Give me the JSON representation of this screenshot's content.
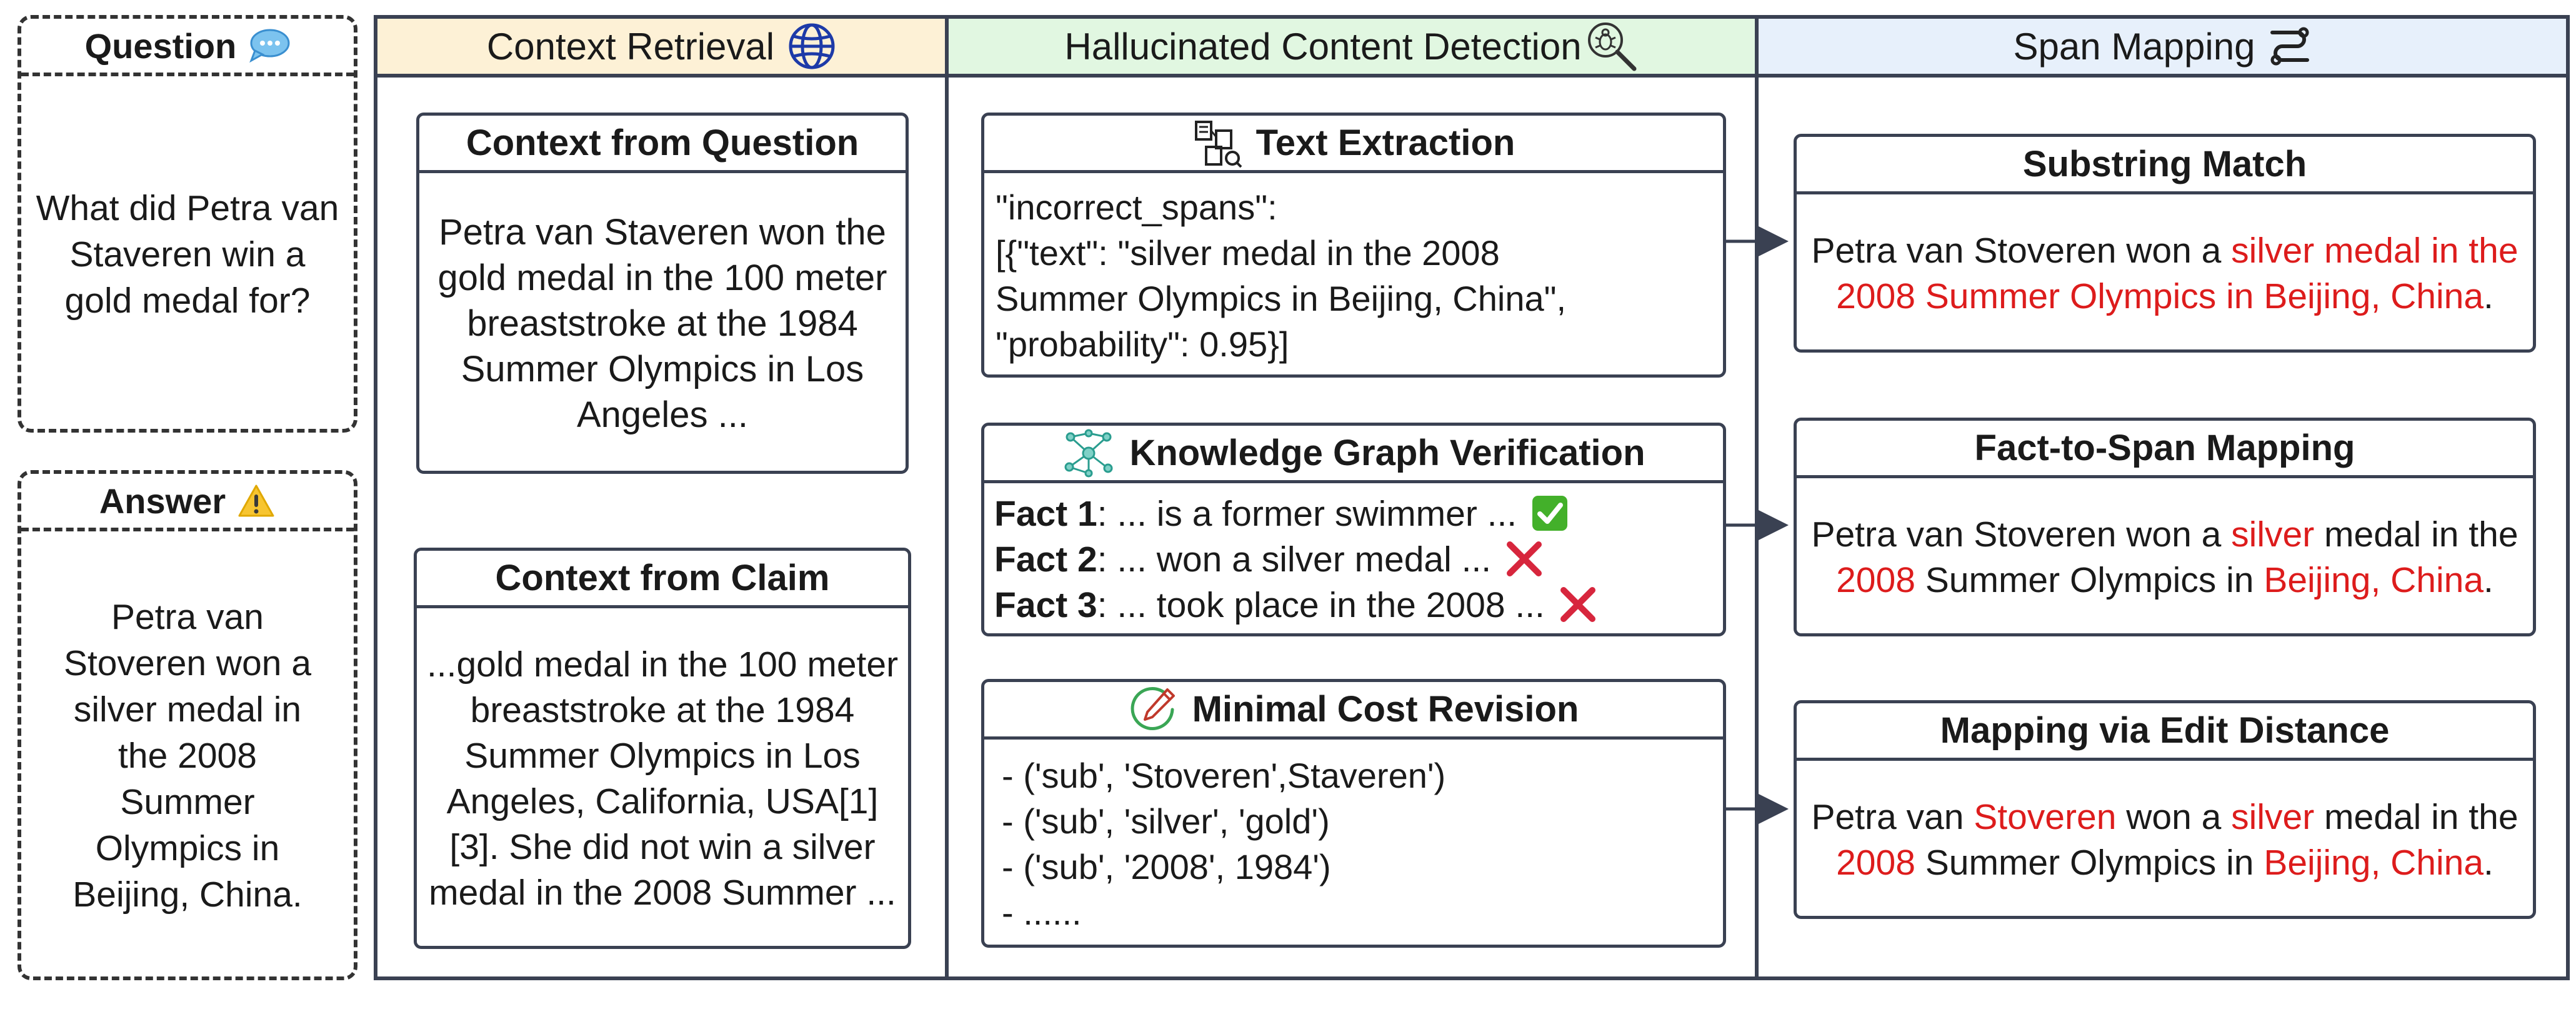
{
  "colors": {
    "panel1_header": "#fdf1d6",
    "panel2_header": "#e1f7e1",
    "panel3_header": "#e7f0fb",
    "border": "#3a4152",
    "highlight": "#dd1c1c"
  },
  "question": {
    "label": "Question",
    "icon": "speech-bubble-icon",
    "text": "What did Petra van Staveren win a gold medal for?"
  },
  "answer": {
    "label": "Answer",
    "icon": "warning-icon",
    "text": "Petra van Stoveren won a silver medal in the 2008 Summer Olympics in Beijing, China."
  },
  "context_retrieval": {
    "title": "Context Retrieval",
    "icon": "globe-icon",
    "from_question": {
      "title": "Context from Question",
      "text": "Petra van Staveren won the gold medal in the 100 meter breaststroke at the 1984 Summer Olympics in Los Angeles ..."
    },
    "from_claim": {
      "title": "Context from Claim",
      "text": "...gold medal in the 100 meter breaststroke at the 1984 Summer Olympics in Los Angeles, California, USA[1][3]. She did not win a silver medal in the 2008 Summer ..."
    }
  },
  "detection": {
    "title": "Hallucinated Content Detection",
    "icon": "magnifier-bug-icon",
    "text_extraction": {
      "title": "Text Extraction",
      "icon": "extraction-icon",
      "lines": [
        "\"incorrect_spans\":",
        "[{\"text\": \"silver medal in the 2008",
        "Summer Olympics in Beijing, China\",",
        "\"probability\": 0.95}]"
      ]
    },
    "kg_verification": {
      "title": "Knowledge Graph Verification",
      "icon": "graph-icon",
      "facts": [
        {
          "label": "Fact 1",
          "text": ": ... is a former swimmer ...",
          "mark": "check-icon"
        },
        {
          "label": "Fact 2",
          "text": ": ... won a silver medal ...",
          "mark": "cross-icon"
        },
        {
          "label": "Fact 3",
          "text": ": ... took place in the 2008 ...",
          "mark": "cross-icon"
        }
      ]
    },
    "revision": {
      "title": "Minimal Cost Revision",
      "icon": "edit-icon",
      "lines": [
        "- ('sub', 'Stoveren',Staveren')",
        "- ('sub', 'silver', 'gold')",
        "- ('sub', '2008', 1984')",
        "- ......"
      ]
    }
  },
  "span_mapping": {
    "title": "Span Mapping",
    "icon": "route-icon",
    "substring": {
      "title": "Substring Match",
      "t1": "Petra van Stoveren won a ",
      "r1": "silver medal in the 2008 Summer Olympics in Beijing, China",
      "t2": "."
    },
    "fact_to_span": {
      "title": "Fact-to-Span Mapping",
      "t1": "Petra van Stoveren won a ",
      "r1": "silver",
      "t2": " medal in the ",
      "r2": "2008",
      "t3": " Summer Olympics in ",
      "r3": "Beijing, China",
      "t4": "."
    },
    "edit_distance": {
      "title": "Mapping via Edit Distance",
      "t1": "Petra van ",
      "r1": "Stoveren",
      "t2": " won a ",
      "r2": "silver",
      "t3": " medal in the ",
      "r3": "2008",
      "t4": " Summer Olympics in ",
      "r4": "Beijing, China",
      "t5": "."
    }
  }
}
